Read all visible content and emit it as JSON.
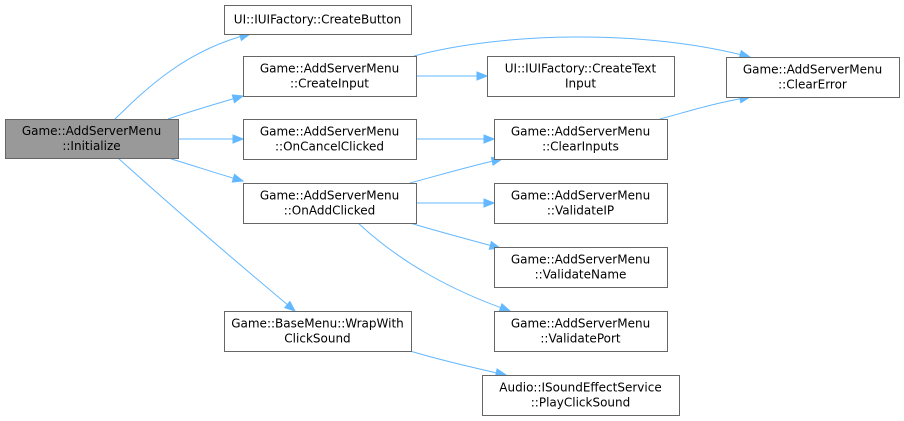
{
  "graph": {
    "title": "Call graph for Game::AddServerMenu::Initialize",
    "colors": {
      "edge": "#63b8ff",
      "root_fill": "#999999",
      "node_fill": "#ffffff",
      "node_border": "#666666"
    },
    "nodes": [
      {
        "id": "initialize",
        "lines": [
          "Game::AddServerMenu",
          "::Initialize"
        ],
        "root": true
      },
      {
        "id": "create-button",
        "lines": [
          "UI::IUIFactory::CreateButton"
        ]
      },
      {
        "id": "create-input",
        "lines": [
          "Game::AddServerMenu",
          "::CreateInput"
        ]
      },
      {
        "id": "on-cancel-clicked",
        "lines": [
          "Game::AddServerMenu",
          "::OnCancelClicked"
        ]
      },
      {
        "id": "on-add-clicked",
        "lines": [
          "Game::AddServerMenu",
          "::OnAddClicked"
        ]
      },
      {
        "id": "wrap-with-click-sound",
        "lines": [
          "Game::BaseMenu::WrapWith",
          "ClickSound"
        ]
      },
      {
        "id": "create-text-input",
        "lines": [
          "UI::IUIFactory::CreateText",
          "Input"
        ]
      },
      {
        "id": "clear-inputs",
        "lines": [
          "Game::AddServerMenu",
          "::ClearInputs"
        ]
      },
      {
        "id": "validate-ip",
        "lines": [
          "Game::AddServerMenu",
          "::ValidateIP"
        ]
      },
      {
        "id": "validate-name",
        "lines": [
          "Game::AddServerMenu",
          "::ValidateName"
        ]
      },
      {
        "id": "validate-port",
        "lines": [
          "Game::AddServerMenu",
          "::ValidatePort"
        ]
      },
      {
        "id": "play-click-sound",
        "lines": [
          "Audio::ISoundEffectService",
          "::PlayClickSound"
        ]
      },
      {
        "id": "clear-error",
        "lines": [
          "Game::AddServerMenu",
          "::ClearError"
        ]
      }
    ],
    "edges": [
      {
        "from": "initialize",
        "to": "create-button"
      },
      {
        "from": "initialize",
        "to": "create-input"
      },
      {
        "from": "initialize",
        "to": "on-cancel-clicked"
      },
      {
        "from": "initialize",
        "to": "on-add-clicked"
      },
      {
        "from": "initialize",
        "to": "wrap-with-click-sound"
      },
      {
        "from": "create-input",
        "to": "create-text-input"
      },
      {
        "from": "create-input",
        "to": "clear-error"
      },
      {
        "from": "on-cancel-clicked",
        "to": "clear-inputs"
      },
      {
        "from": "on-add-clicked",
        "to": "clear-inputs"
      },
      {
        "from": "on-add-clicked",
        "to": "validate-ip"
      },
      {
        "from": "on-add-clicked",
        "to": "validate-name"
      },
      {
        "from": "on-add-clicked",
        "to": "validate-port"
      },
      {
        "from": "clear-inputs",
        "to": "clear-error"
      },
      {
        "from": "wrap-with-click-sound",
        "to": "play-click-sound"
      }
    ]
  }
}
